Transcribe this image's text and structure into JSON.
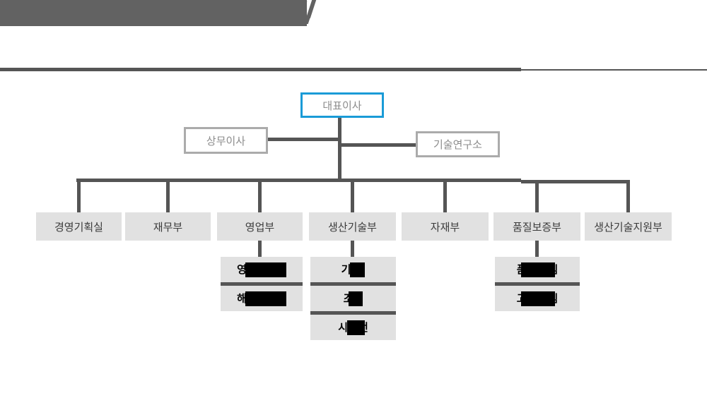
{
  "header": {
    "bar_color": "#626262",
    "decoration": "double-italic-slash-with-dot"
  },
  "colors": {
    "line": "#555555",
    "node_fill": "#e1e1e1",
    "root_border": "#1a9bd7",
    "advisor_border": "#ababab",
    "muted_text": "#8c8c8c",
    "dept_text": "#3c3c3c",
    "redaction": "#000000"
  },
  "org_chart": {
    "root": {
      "label": "대표이사"
    },
    "advisors": [
      {
        "label": "상무이사"
      },
      {
        "label": "기술연구소"
      }
    ],
    "departments": [
      {
        "label": "경영기획실",
        "teams": []
      },
      {
        "label": "재무부",
        "teams": []
      },
      {
        "label": "영업부",
        "teams": [
          {
            "visible_start": "영",
            "redaction_width": 58,
            "visible_end": "",
            "overlap_start": 2,
            "overlap_end": 0
          },
          {
            "visible_start": "해",
            "redaction_width": 58,
            "visible_end": "",
            "overlap_start": 2,
            "overlap_end": 0
          }
        ]
      },
      {
        "label": "생산기술부",
        "teams": [
          {
            "visible_start": "기",
            "redaction_width": 21,
            "visible_end": "",
            "overlap_start": 1,
            "overlap_end": 0
          },
          {
            "visible_start": "조",
            "redaction_width": 20,
            "visible_end": "",
            "overlap_start": 6,
            "overlap_end": 0
          },
          {
            "visible_start": "시",
            "redaction_width": 25,
            "visible_end": "전",
            "overlap_start": 1,
            "overlap_end": 9
          }
        ]
      },
      {
        "label": "자재부",
        "teams": []
      },
      {
        "label": "품질보증부",
        "teams": [
          {
            "visible_start": "품",
            "redaction_width": 48,
            "visible_end": "팀",
            "overlap_start": 8,
            "overlap_end": 9
          },
          {
            "visible_start": "고",
            "redaction_width": 48,
            "visible_end": "팀",
            "overlap_start": 8,
            "overlap_end": 9
          }
        ]
      },
      {
        "label": "생산기술지원부",
        "teams": []
      }
    ]
  }
}
